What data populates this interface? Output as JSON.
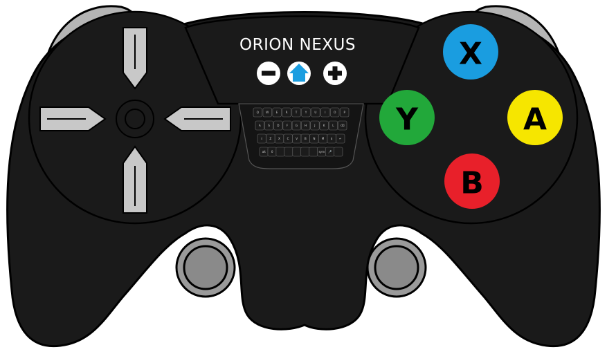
{
  "brand": {
    "name": "ORION NEXUS"
  },
  "colors": {
    "body": "#1a1a1a",
    "outline": "#000000",
    "dpad_arrow": "#c8c8c8",
    "shoulder": "#b5b5b5",
    "stick_outer": "#9a9a9a",
    "stick_inner": "#8a8a8a",
    "button_x": "#1a9de0",
    "button_y": "#22a83a",
    "button_a": "#f6e600",
    "button_b": "#e8202a",
    "home_icon": "#1a9de0"
  },
  "center_buttons": [
    {
      "name": "minus-button",
      "icon": "minus-icon"
    },
    {
      "name": "home-button",
      "icon": "home-icon"
    },
    {
      "name": "plus-button",
      "icon": "plus-icon"
    }
  ],
  "face_buttons": {
    "x": {
      "label": "X"
    },
    "y": {
      "label": "Y"
    },
    "a": {
      "label": "A"
    },
    "b": {
      "label": "B"
    }
  },
  "keyboard": {
    "rows": [
      [
        "Q",
        "W",
        "E",
        "R",
        "T",
        "Y",
        "U",
        "I",
        "O",
        "P"
      ],
      [
        "A",
        "S",
        "D",
        "F",
        "G",
        "H",
        "J",
        "K",
        "L",
        "⌫"
      ],
      [
        "⇧",
        "Z",
        "X",
        "C",
        "V",
        "B",
        "N",
        "M",
        "$",
        "↵"
      ],
      [
        "alt",
        "0",
        "",
        "",
        "",
        "",
        "",
        "sym",
        "🎤",
        ""
      ]
    ]
  },
  "icons": {
    "dpad": [
      "dpad-up-arrow-icon",
      "dpad-down-arrow-icon",
      "dpad-left-arrow-icon",
      "dpad-right-arrow-icon",
      "dpad-center-icon"
    ],
    "sticks": [
      "left-analog-stick-icon",
      "right-analog-stick-icon"
    ]
  }
}
